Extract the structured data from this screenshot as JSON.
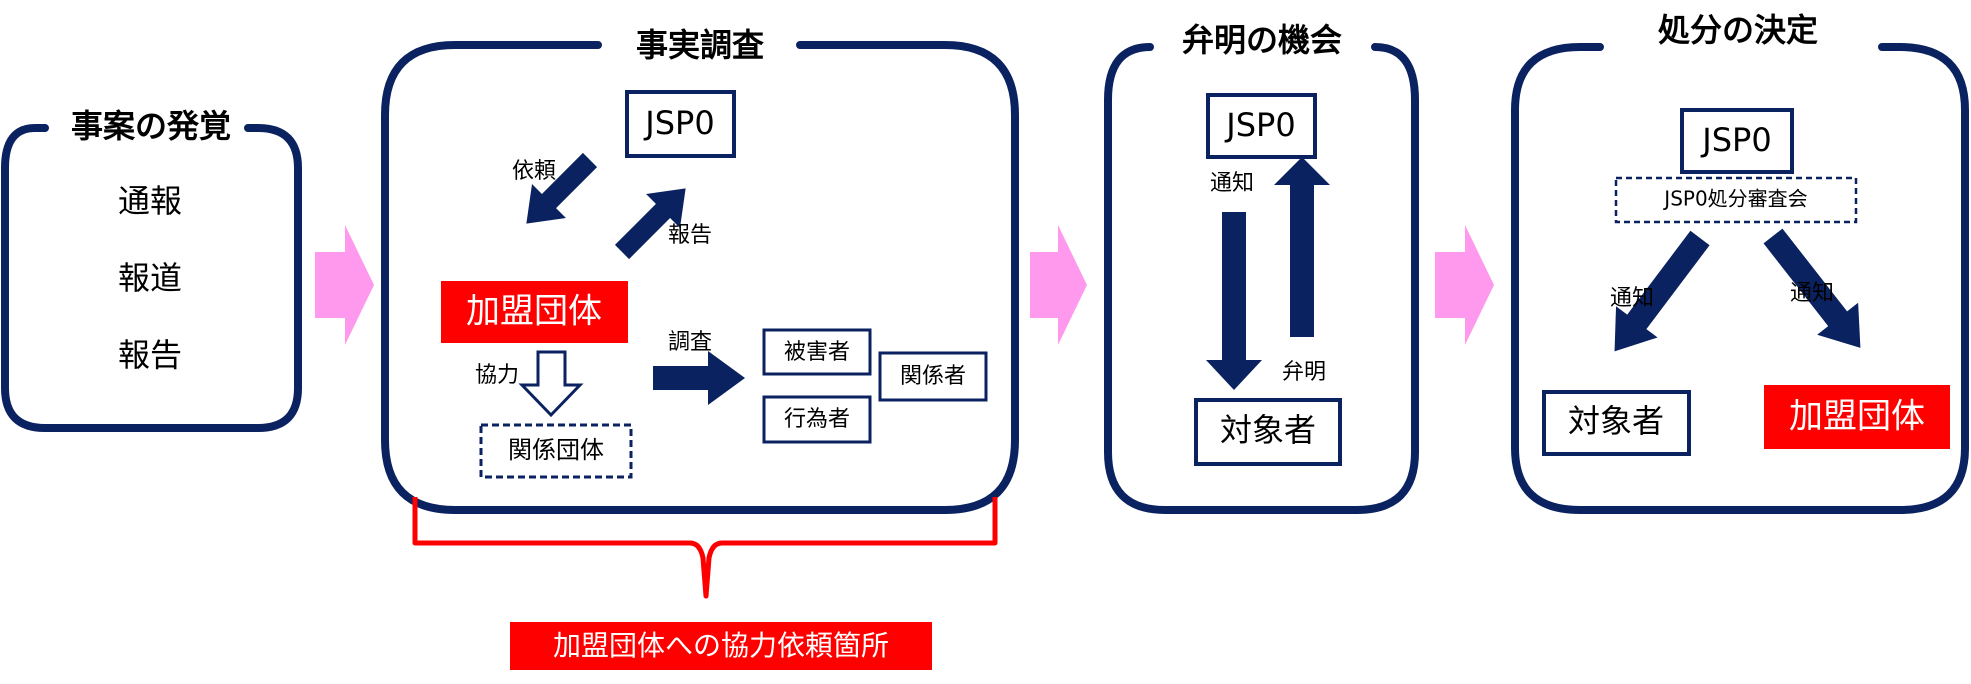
{
  "panels": {
    "discovery": {
      "title": "事案の発覚",
      "items": [
        "通報",
        "報道",
        "報告"
      ]
    },
    "investigation": {
      "title": "事実調査",
      "jspo": "JSP0",
      "request_label": "依頼",
      "report_label": "報告",
      "member_org": "加盟団体",
      "cooperation_label": "協力",
      "related_org": "関係団体",
      "survey_label": "調査",
      "victim": "被害者",
      "related_person": "関係者",
      "perpetrator": "行為者"
    },
    "defense": {
      "title": "弁明の機会",
      "jspo": "JSP0",
      "notice_label": "通知",
      "defense_label": "弁明",
      "subject": "対象者"
    },
    "decision": {
      "title": "処分の決定",
      "jspo": "JSP0",
      "committee": "JSP0処分審査会",
      "notice_left": "通知",
      "notice_right": "通知",
      "subject": "対象者",
      "member_org": "加盟団体"
    }
  },
  "callout": "加盟団体への協力依頼箇所",
  "colors": {
    "navy": "#0b2260",
    "red": "#ff0000",
    "pink": "#ff99ee"
  }
}
